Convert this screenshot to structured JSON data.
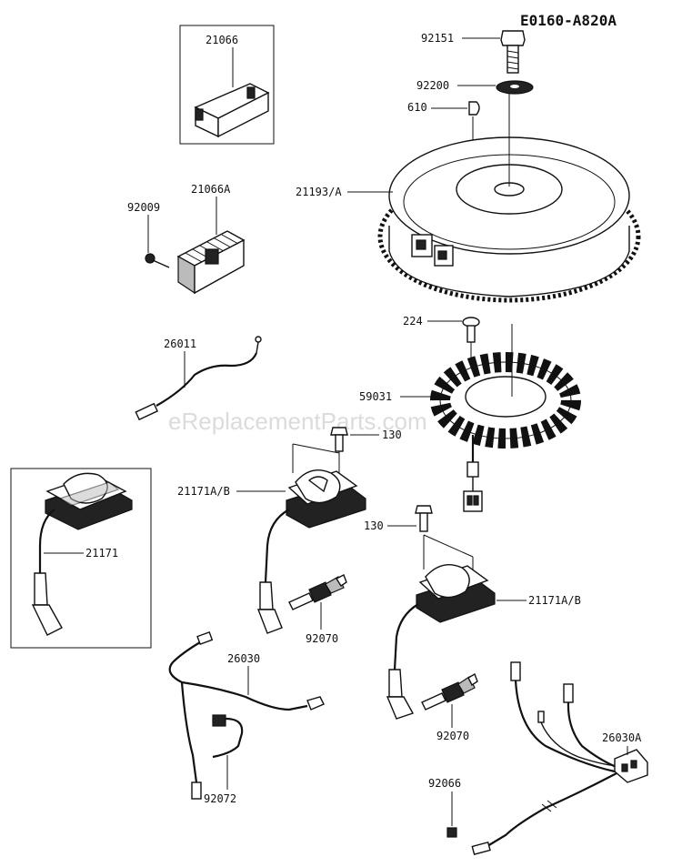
{
  "diagram_code": "E0160-A820A",
  "watermark": "eReplacementParts.com",
  "labels": {
    "p21066": "21066",
    "p92151": "92151",
    "p92200": "92200",
    "p610": "610",
    "p21193a": "21193/A",
    "p21066a": "21066A",
    "p92009": "92009",
    "p224": "224",
    "p26011": "26011",
    "p59031": "59031",
    "p130a": "130",
    "p21171ab_left": "21171A/B",
    "p21171": "21171",
    "p130b": "130",
    "p21171ab_right": "21171A/B",
    "p92070_left": "92070",
    "p26030": "26030",
    "p92070_right": "92070",
    "p26030a": "26030A",
    "p92066": "92066",
    "p92072": "92072"
  }
}
